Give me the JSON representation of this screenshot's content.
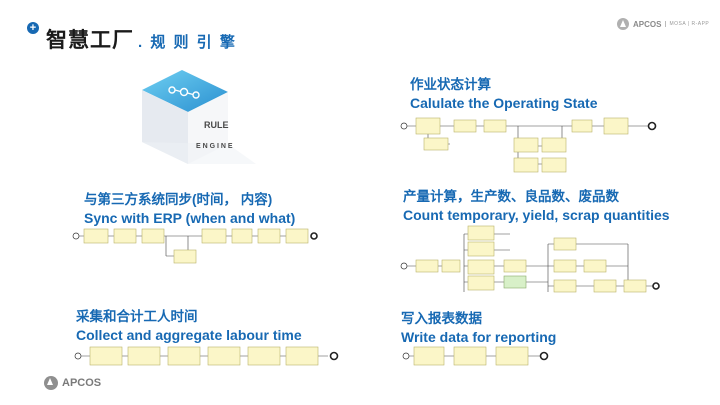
{
  "header": {
    "title": "智慧工厂",
    "subtitle": ". 规 则 引 擎",
    "brand": "APCOS",
    "brand_tags": "MOSA | R-APP"
  },
  "cube": {
    "label_rule": "RULE",
    "label_engine": "E N G I N E"
  },
  "sections": {
    "sync": {
      "zh": "与第三方系统同步(时间， 内容)",
      "en": "Sync with  ERP  (when and what)"
    },
    "labour": {
      "zh": "采集和合计工人时间",
      "en": "Collect and aggregate labour time"
    },
    "operating": {
      "zh": "作业状态计算",
      "en": "Calulate the Operating State"
    },
    "quantities": {
      "zh": "产量计算，生产数、良品数、废品数",
      "en": "Count temporary, yield, scrap quantities"
    },
    "reporting": {
      "zh": "写入报表数据",
      "en": "Write data  for  reporting"
    }
  },
  "footer": {
    "brand": "APCOS"
  },
  "colors": {
    "accent": "#1769b3",
    "task_fill": "#fbf6c8",
    "task_green": "#d8f0c8"
  }
}
